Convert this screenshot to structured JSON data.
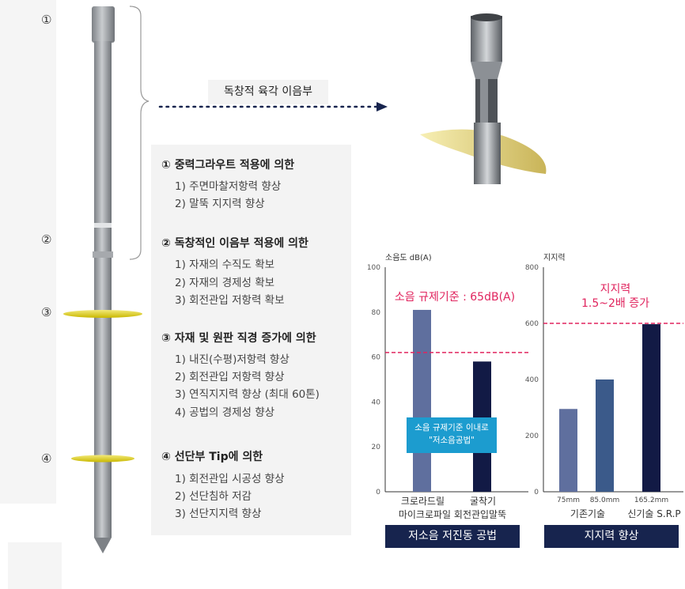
{
  "markers": [
    "①",
    "②",
    "③",
    "④"
  ],
  "callout": {
    "label": "독창적 육각 이음부"
  },
  "sections": [
    {
      "title": "① 중력그라우트 적용에 의한",
      "items": [
        "1) 주면마찰저항력 향상",
        "2) 말뚝 지지력 향상"
      ]
    },
    {
      "title": "② 독창적인 이음부 적용에 의한",
      "items": [
        "1) 자재의 수직도 확보",
        "2) 자재의 경제성 확보",
        "3) 회전관입 저항력 확보"
      ]
    },
    {
      "title": "③ 자재 및 원판 직경 증가에 의한",
      "items": [
        "1) 내진(수평)저항력 향상",
        "2) 회전관입 저항력 향상",
        "3) 연직지지력 향상 (최대 60톤)",
        "4) 공법의 경제성 향상"
      ]
    },
    {
      "title": "④ 선단부 Tip에 의한",
      "items": [
        "1) 회전관입 시공성 향상",
        "2) 선단침하 저감",
        "3) 선단지지력 향상"
      ]
    }
  ],
  "chart_data": [
    {
      "type": "bar",
      "title": "",
      "ylabel": "소음도 dB(A)",
      "ylim": [
        0,
        100
      ],
      "yticks": [
        0,
        20,
        40,
        60,
        80,
        100
      ],
      "categories": [
        "크로라드릴",
        "굴착기"
      ],
      "values": [
        81,
        58
      ],
      "colors": [
        "#5f6f9e",
        "#121a45"
      ],
      "threshold": {
        "value": 62,
        "label": "소음 규제기준 : 65dB(A)",
        "color": "#e0245e"
      },
      "sublabel": "마이크로파일 회전관입말뚝",
      "note": [
        "소음 규제기준 이내로",
        "\"저소음공법\""
      ],
      "footer": "저소음 저진동 공법"
    },
    {
      "type": "bar",
      "title": "",
      "ylabel": "지지력",
      "ylim": [
        0,
        800
      ],
      "yticks": [
        0,
        200,
        400,
        600,
        800
      ],
      "categories": [
        "75mm",
        "85.0mm",
        "165.2mm"
      ],
      "values": [
        295,
        400,
        597
      ],
      "colors": [
        "#5f6f9e",
        "#3b5a8a",
        "#121a45"
      ],
      "threshold": {
        "value": 600,
        "label": [
          "지지력",
          "1.5~2배 증가"
        ],
        "color": "#e0245e"
      },
      "groups": [
        "기존기술",
        "신기술 S.R.P"
      ],
      "footer": "지지력 향상"
    }
  ]
}
